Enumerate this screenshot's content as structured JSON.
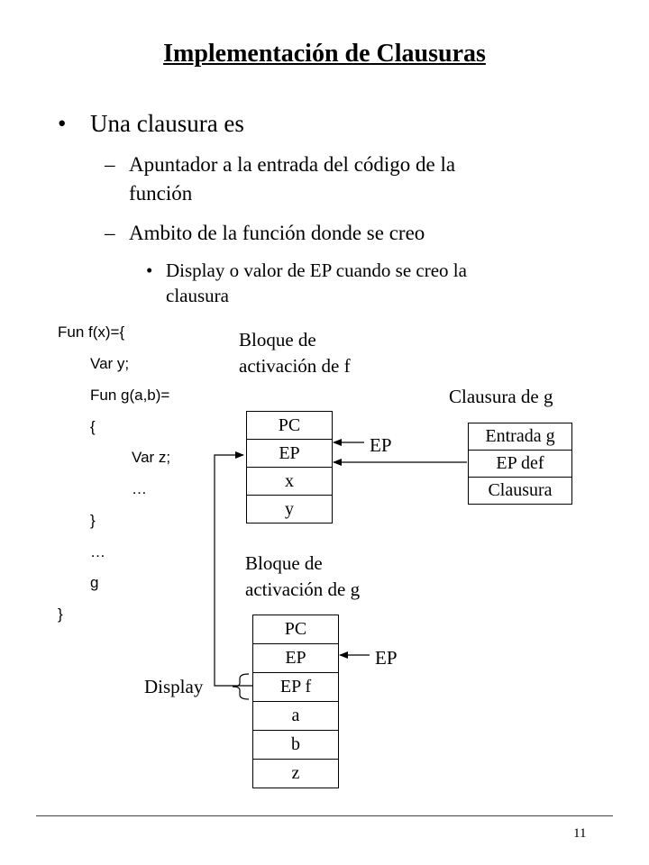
{
  "title": "Implementación de Clausuras",
  "bullets": {
    "main": {
      "marker": "•",
      "text": "Una clausura es"
    },
    "sub": [
      {
        "marker": "–",
        "lines": [
          "Apuntador a la entrada del código de la",
          "función"
        ]
      },
      {
        "marker": "–",
        "lines": [
          "Ambito de la función donde se  creo"
        ]
      }
    ],
    "subsub": {
      "marker": "•",
      "lines": [
        "Display o valor de EP cuando se creo la",
        "clausura"
      ]
    }
  },
  "code": [
    "Fun f(x)={",
    "Var y;",
    "Fun g(a,b)=",
    "{",
    "Var z;",
    "…",
    "}",
    "…",
    "g",
    "}"
  ],
  "stack_f": {
    "caption": [
      "Bloque de",
      "activación de f"
    ],
    "cells": [
      "PC",
      "EP",
      "x",
      "y"
    ],
    "ep_label": "EP"
  },
  "closure": {
    "caption": "Clausura de g",
    "cells": [
      "Entrada g",
      "EP def",
      "Clausura"
    ]
  },
  "stack_g": {
    "caption": [
      "Bloque de",
      "activación de g"
    ],
    "cells": [
      "PC",
      "EP",
      "EP f",
      "a",
      "b",
      "z"
    ],
    "ep_label": "EP",
    "display_label": "Display"
  },
  "page_number": "11"
}
